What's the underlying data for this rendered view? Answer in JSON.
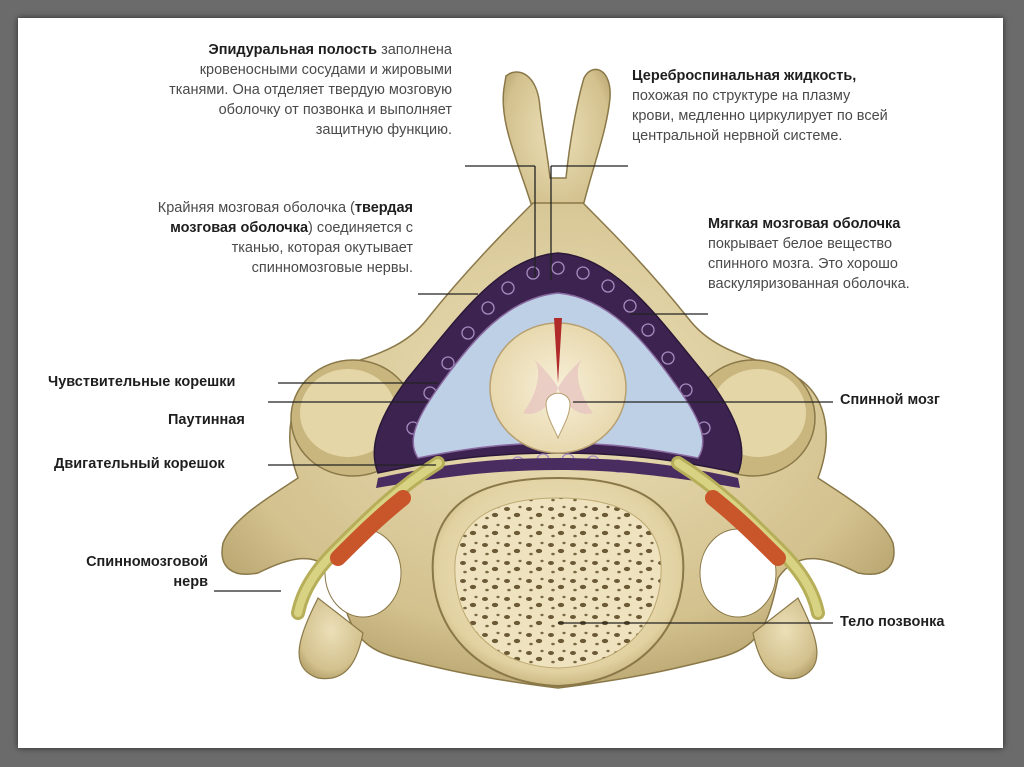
{
  "labels": {
    "epidural": {
      "bold": "Эпидуральная полость",
      "rest1": " заполнена",
      "line2": "кровеносными сосудами и жировыми",
      "line3": "тканями. Она отделяет твердую мозговую",
      "line4": "оболочку от позвонка и выполняет",
      "line5": "защитную функцию."
    },
    "csf": {
      "bold": "Цереброспинальная жидкость,",
      "line2": "похожая по структуре на плазму",
      "line3": "крови, медленно циркулирует по всей",
      "line4": "центральной нервной системе."
    },
    "dura": {
      "line1a": "Крайняя мозговая оболочка (",
      "line1b": "твердая",
      "line2a": "мозговая оболочка",
      "line2b": ") соединяется с",
      "line3": "тканью, которая окутывает",
      "line4": "спинномозговые нервы."
    },
    "pia": {
      "bold": "Мягкая мозговая оболочка",
      "line2": "покрывает белое вещество",
      "line3": "спинного мозга. Это хорошо",
      "line4": "васкуляризованная оболочка."
    },
    "sensory_roots": "Чувствительные корешки",
    "arachnoid": "Паутинная",
    "motor_root": "Двигательный корешок",
    "spinal_nerve_1": "Спинномозговой",
    "spinal_nerve_2": "нерв",
    "spinal_cord": "Спинной мозг",
    "vertebra_body": "Тело позвонка"
  },
  "colors": {
    "bone": "#d9c99a",
    "bone_dark": "#9c8a55",
    "dura": "#5a3a6a",
    "csf": "#c4d4e8",
    "cord": "#f3e7cc",
    "nerve": "#c8c26a",
    "root": "#d06a3a"
  }
}
